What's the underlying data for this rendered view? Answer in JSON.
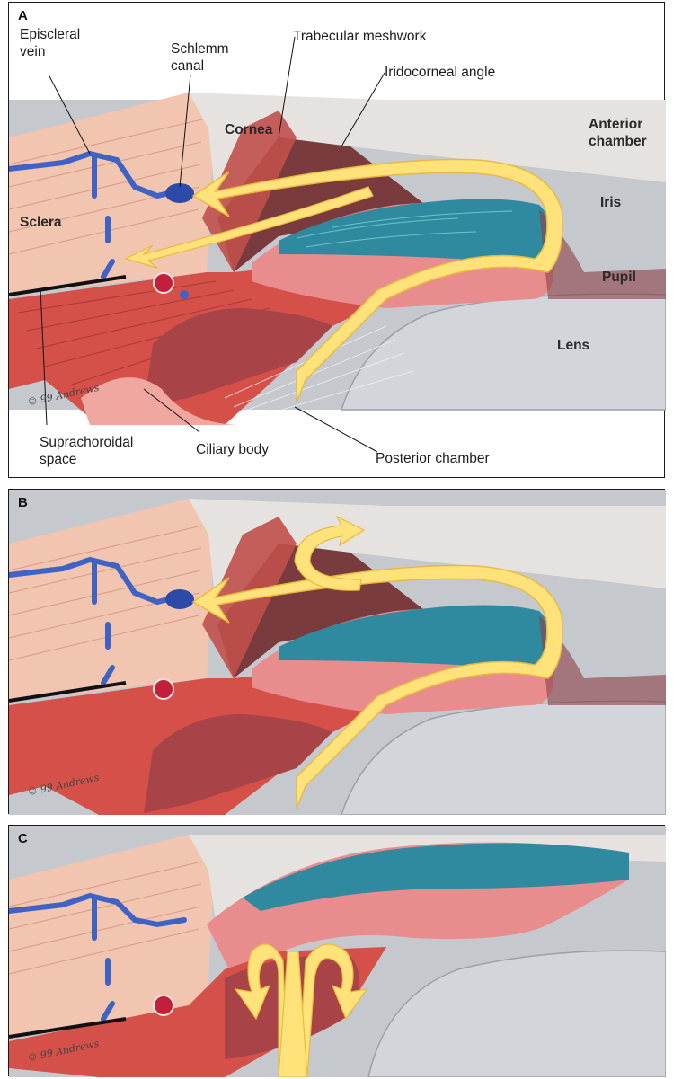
{
  "panels": [
    {
      "letter": "A"
    },
    {
      "letter": "B"
    },
    {
      "letter": "C"
    }
  ],
  "labels": {
    "episcleral_vein": [
      "Episcleral",
      "vein"
    ],
    "schlemm_canal": [
      "Schlemm",
      "canal"
    ],
    "trabecular_meshwork": "Trabecular meshwork",
    "iridocorneal_angle": "Iridocorneal angle",
    "cornea": "Cornea",
    "anterior_chamber": [
      "Anterior",
      "chamber"
    ],
    "sclera": "Sclera",
    "iris": "Iris",
    "pupil": "Pupil",
    "lens": "Lens",
    "suprachoroidal_space": [
      "Suprachoroidal",
      "space"
    ],
    "ciliary_body": "Ciliary body",
    "posterior_chamber": "Posterior chamber"
  },
  "signature": "© 99 Andrews",
  "colors": {
    "background_gray": "#c7cbcf",
    "sclera": "#f2c2ad",
    "muscle_red": "#d9544e",
    "vein_blue": "#3f63c4",
    "iris_teal": "#2f8ca0",
    "iris_pink": "#e98b8f",
    "cornea_light": "#e8e4e1",
    "arrow_yellow": "#ffe37a",
    "arrow_stroke": "#e9b941"
  }
}
